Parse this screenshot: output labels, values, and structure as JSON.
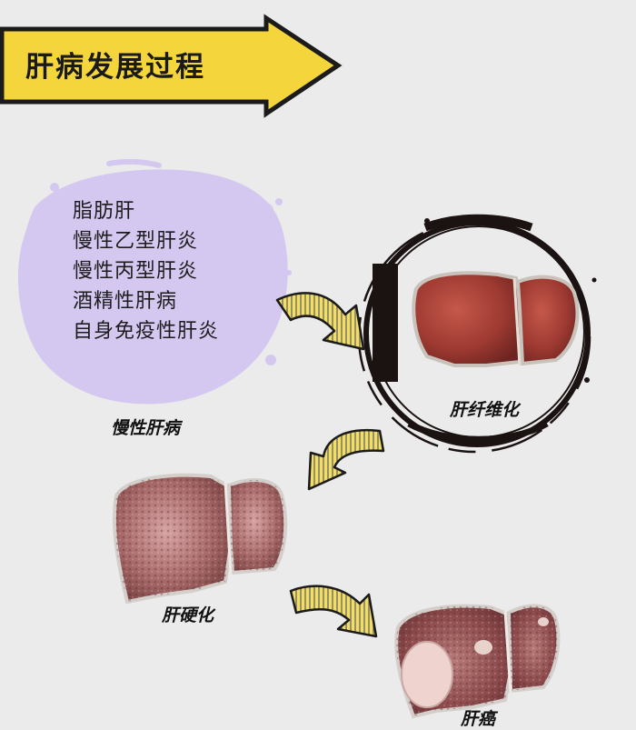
{
  "title": "肝病发展过程",
  "causes": [
    "脂肪肝",
    "慢性乙型肝炎",
    "慢性丙型肝炎",
    "酒精性肝病",
    "自身免疫性肝炎"
  ],
  "stages": {
    "chronic": "慢性肝病",
    "fibrosis": "肝纤维化",
    "cirrhosis": "肝硬化",
    "cancer": "肝癌"
  },
  "colors": {
    "banner": "#f4d63c",
    "blob": "#d5c8f0",
    "arrow_fill": "#f1dc5d",
    "liver_healthy": "#9e3a32",
    "liver_cirrhotic": "#a86a6a"
  }
}
